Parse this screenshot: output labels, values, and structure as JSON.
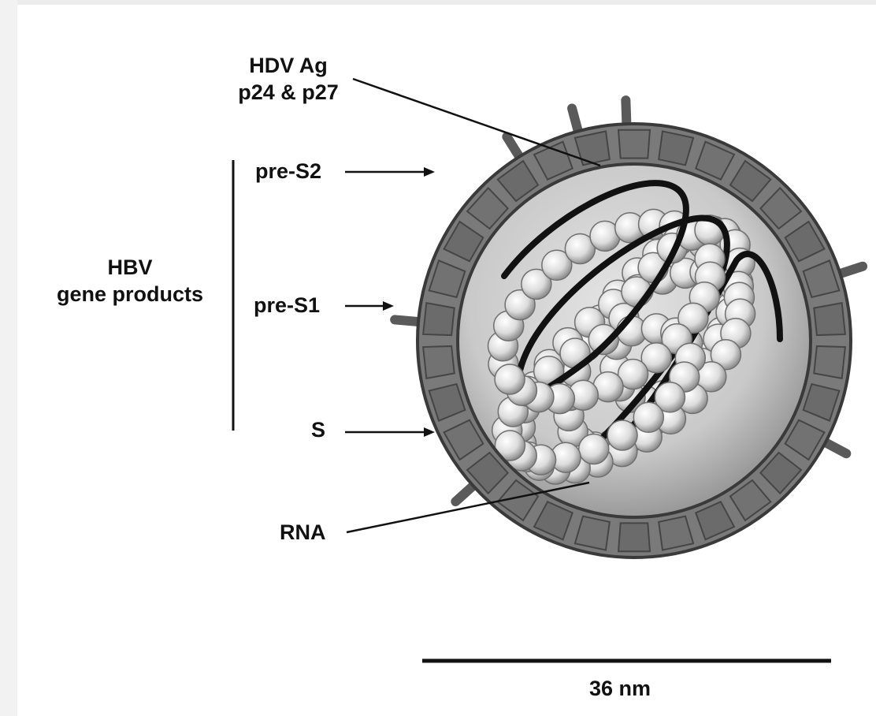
{
  "labels": {
    "hdv_ag_line1": "HDV Ag",
    "hdv_ag_line2": "p24 & p27",
    "pre_s2": "pre-S2",
    "hbv_line1": "HBV",
    "hbv_line2": "gene products",
    "pre_s1": "pre-S1",
    "s": "S",
    "rna": "RNA",
    "scale": "36 nm"
  },
  "colors": {
    "envelope_fill": "#7f7f7f",
    "envelope_tile": "#666666",
    "interior": "#cfcfcf",
    "bead": "#e6e6e6",
    "rna_strand": "#111111",
    "line": "#111111"
  }
}
